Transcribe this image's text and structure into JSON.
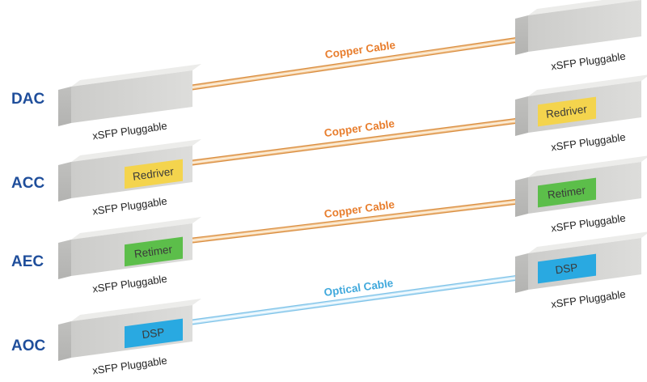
{
  "diagram": {
    "description_labels": {
      "module_label": "xSFP Pluggable"
    },
    "colors": {
      "row_label": "#1F4E9B",
      "module_front_light": "#DDDDDB",
      "module_front_dark": "#CCCCCA",
      "module_top": "#ECECEA",
      "module_side": "#C0C0BE",
      "module_side_dark": "#B3B3B1",
      "module_label_text": "#1F1F1F",
      "chip_label_text": "#3A3A3A",
      "chip_yellow": "#F4D44D",
      "chip_green": "#5CBE4A",
      "chip_blue": "#29A9E1",
      "copper": {
        "label": "#E87E2E",
        "strokes": [
          "#D98F43",
          "#F2C38E",
          "#FBEDD8"
        ]
      },
      "optical": {
        "label": "#41A9DC",
        "strokes": [
          "#7FC3E8",
          "#C2E4F7",
          "#F2FAFE"
        ]
      }
    },
    "rows": [
      {
        "label": "DAC",
        "cable": {
          "label": "Copper Cable",
          "type": "copper"
        },
        "left_module": {
          "label": "xSFP Pluggable",
          "chip": null
        },
        "right_module": {
          "label": "xSFP Pluggable",
          "chip": null
        }
      },
      {
        "label": "ACC",
        "cable": {
          "label": "Copper Cable",
          "type": "copper"
        },
        "left_module": {
          "label": "xSFP Pluggable",
          "chip": {
            "label": "Redriver",
            "color_key": "chip_yellow"
          }
        },
        "right_module": {
          "label": "xSFP Pluggable",
          "chip": {
            "label": "Redriver",
            "color_key": "chip_yellow"
          }
        }
      },
      {
        "label": "AEC",
        "cable": {
          "label": "Copper Cable",
          "type": "copper"
        },
        "left_module": {
          "label": "xSFP Pluggable",
          "chip": {
            "label": "Retimer",
            "color_key": "chip_green"
          }
        },
        "right_module": {
          "label": "xSFP Pluggable",
          "chip": {
            "label": "Retimer",
            "color_key": "chip_green"
          }
        }
      },
      {
        "label": "AOC",
        "cable": {
          "label": "Optical Cable",
          "type": "optical"
        },
        "left_module": {
          "label": "xSFP Pluggable",
          "chip": {
            "label": "DSP",
            "color_key": "chip_blue"
          }
        },
        "right_module": {
          "label": "xSFP Pluggable",
          "chip": {
            "label": "DSP",
            "color_key": "chip_blue"
          }
        }
      }
    ]
  }
}
